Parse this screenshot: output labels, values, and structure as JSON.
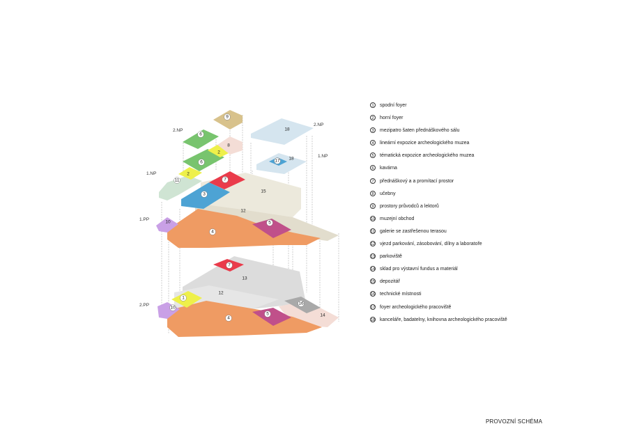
{
  "levels": {
    "left_2np": "2.NP",
    "left_1np": "1.NP",
    "left_1pp": "1.PP",
    "left_2pp": "2.PP",
    "right_2np": "2.NP",
    "right_1np": "1.NP"
  },
  "legend": [
    {
      "num": "1",
      "label": "spodní foyer"
    },
    {
      "num": "2",
      "label": "horní foyer"
    },
    {
      "num": "3",
      "label": "mezipatro šaten přednáškového sálu"
    },
    {
      "num": "4",
      "label": "lineární expozice archeologického muzea"
    },
    {
      "num": "5",
      "label": "tématická expozice archeologického muzea"
    },
    {
      "num": "6",
      "label": "kavárna"
    },
    {
      "num": "7",
      "label": "přednáškový a a promítací prostor"
    },
    {
      "num": "8",
      "label": "učebny"
    },
    {
      "num": "9",
      "label": "prostory průvodců a lektorů"
    },
    {
      "num": "10",
      "label": "muzejní obchod"
    },
    {
      "num": "11",
      "label": "galerie se zastřešenou terasou"
    },
    {
      "num": "12",
      "label": "vjezd parkování, zásobování, dílny a laboratoře"
    },
    {
      "num": "13",
      "label": "parkoviště"
    },
    {
      "num": "14",
      "label": "sklad pro výstavní fundus a materiál"
    },
    {
      "num": "15",
      "label": "depozitář"
    },
    {
      "num": "16",
      "label": "technické místnosti"
    },
    {
      "num": "17",
      "label": "foyer archeologického pracoviště"
    },
    {
      "num": "18",
      "label": "kanceláře, badatelny, knihovna archeologického pracoviště"
    }
  ],
  "zones": {
    "z9": "9",
    "z6a": "6",
    "z8": "8",
    "z2a": "2",
    "z6b": "6",
    "z2b": "2",
    "z11": "11",
    "z7a": "7",
    "z3": "3",
    "z15": "15",
    "z12a": "12",
    "z10a": "10",
    "z4a": "4",
    "z5a": "5",
    "z18a": "18",
    "z17": "17",
    "z18b": "18",
    "z7b": "7",
    "z13": "13",
    "z1": "1",
    "z12b": "12",
    "z10b": "10",
    "z4b": "4",
    "z5b": "5",
    "z16": "16",
    "z14": "14"
  },
  "colors": {
    "orange": "#ef9b63",
    "beige_light": "#ece9dc",
    "grey_light": "#dcdcdc",
    "grey_mid": "#a9a9a9",
    "green": "#78c46e",
    "green_pale": "#cfe4d3",
    "yellow": "#eef04a",
    "khaki": "#d8c28c",
    "pink_pale": "#f4ddd6",
    "red": "#ea3b4b",
    "blue": "#4da3d4",
    "blue_pale": "#d5e5ef",
    "magenta": "#c0508a",
    "lilac": "#c9a0e6"
  },
  "title": "PROVOZNÍ SCHÉMA"
}
